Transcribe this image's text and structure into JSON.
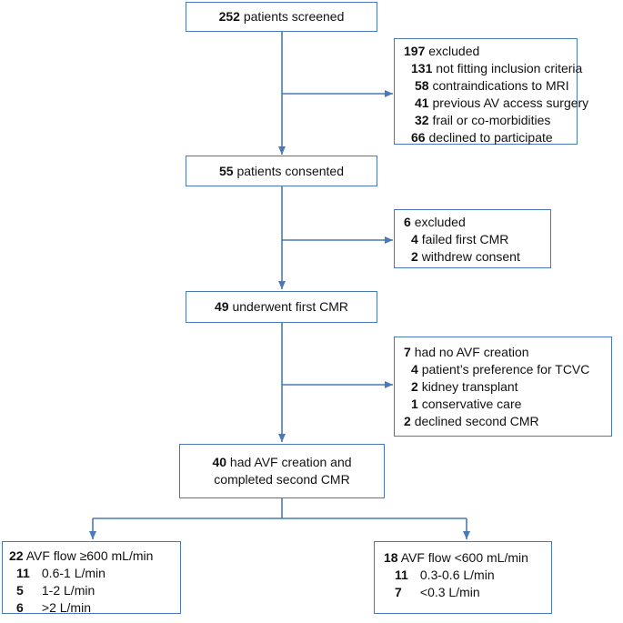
{
  "boxes": {
    "screened": {
      "num": "252",
      "text": "patients screened"
    },
    "excluded1": {
      "head": {
        "num": "197",
        "text": "excluded"
      },
      "items": [
        {
          "num": "131",
          "text": "not fitting inclusion criteria"
        },
        {
          "num": "58",
          "text": "contraindications to MRI"
        },
        {
          "num": "41",
          "text": "previous AV access surgery"
        },
        {
          "num": "32",
          "text": "frail or co-morbidities"
        },
        {
          "num": "66",
          "text": "declined to participate"
        }
      ]
    },
    "consented": {
      "num": "55",
      "text": "patients consented"
    },
    "excluded2": {
      "head": {
        "num": "6",
        "text": "excluded"
      },
      "items": [
        {
          "num": "4",
          "text": "failed first CMR"
        },
        {
          "num": "2",
          "text": "withdrew consent"
        }
      ]
    },
    "first_cmr": {
      "num": "49",
      "text": "underwent first CMR"
    },
    "no_avf": {
      "head": {
        "num": "7",
        "text": "had no AVF creation"
      },
      "items": [
        {
          "num": "4",
          "text": "patient’s preference for TCVC"
        },
        {
          "num": "2",
          "text": "kidney transplant"
        },
        {
          "num": "1",
          "text": "conservative care"
        }
      ],
      "tail": {
        "num": "2",
        "text": "declined second CMR"
      }
    },
    "second_cmr": {
      "num": "40",
      "text": "had AVF creation and",
      "text2": "completed second CMR"
    },
    "high_flow": {
      "head": {
        "num": "22",
        "text": "AVF flow ≥600 mL/min"
      },
      "items": [
        {
          "num": "11",
          "text": "0.6-1 L/min"
        },
        {
          "num": "5",
          "text": "1-2 L/min"
        },
        {
          "num": "6",
          "text": ">2 L/min"
        }
      ]
    },
    "low_flow": {
      "head": {
        "num": "18",
        "text": "AVF flow <600 mL/min"
      },
      "items": [
        {
          "num": "11",
          "text": "0.3-0.6 L/min"
        },
        {
          "num": "7",
          "text": "<0.3 L/min"
        }
      ]
    }
  },
  "colors": {
    "line": "#4a78b8",
    "text": "#111111",
    "background": "#ffffff"
  }
}
